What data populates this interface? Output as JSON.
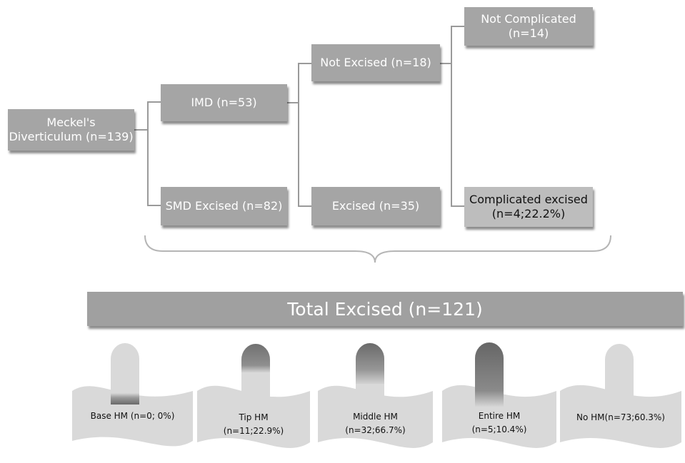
{
  "colors": {
    "box": "#a5a5a5",
    "box_highlight": "#bdbdbd",
    "connector": "#9a9a9a",
    "banner": "#a0a0a0",
    "paper": "#d9d9d9"
  },
  "nodes": {
    "root": {
      "line1": "Meckel's",
      "line2": "Diverticulum (n=139)"
    },
    "imd": {
      "label": "IMD (n=53)"
    },
    "smd": {
      "label": "SMD Excised (n=82)"
    },
    "not_excised": {
      "label": "Not Excised (n=18)"
    },
    "excised": {
      "label": "Excised (n=35)"
    },
    "not_complicated": {
      "line1": "Not Complicated",
      "line2": "(n=14)"
    },
    "complicated": {
      "line1": "Complicated excised",
      "line2": "(n=4;22.2%)"
    }
  },
  "total": {
    "label": "Total Excised (n=121)"
  },
  "hm": [
    {
      "line1": "Base HM (n=0; 0%)",
      "line2": "",
      "level": 0.0
    },
    {
      "line1": "Tip HM",
      "line2": "(n=11;22.9%)",
      "level": 0.229
    },
    {
      "line1": "Middle HM",
      "line2": "(n=32;66.7%)",
      "level": 0.667
    },
    {
      "line1": "Entire HM",
      "line2": "(n=5;10.4%)",
      "level": 0.104
    },
    {
      "line1": "No HM(n=73;60.3%)",
      "line2": "",
      "level": 0.603
    }
  ]
}
